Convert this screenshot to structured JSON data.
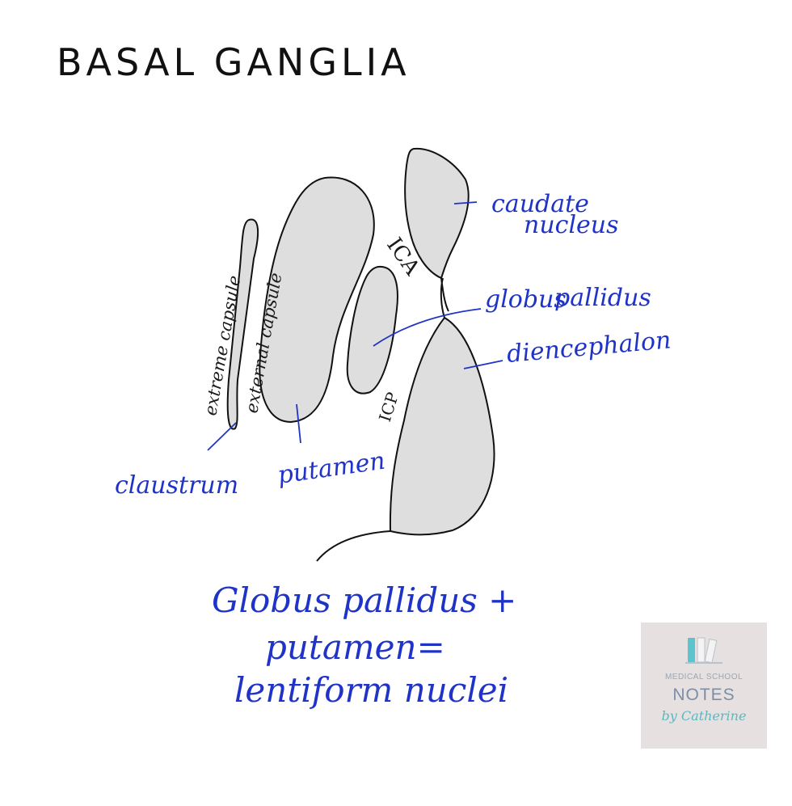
{
  "title": "BASAL GANGLIA",
  "labels": {
    "extreme_capsule": "extreme capsule",
    "external_capsule": "external capsule",
    "ica": "ICA",
    "icp": "ICP",
    "caudate_line1": "caudate",
    "caudate_line2": "nucleus",
    "globus_line1": "globus",
    "globus_line2": "pallidus",
    "diencephalon": "diencephalon",
    "claustrum": "claustrum",
    "putamen": "putamen"
  },
  "note": {
    "line1": "Globus pallidus +",
    "line2": "putamen=",
    "line3": "lentiform nuclei"
  },
  "logo": {
    "line1": "MEDICAL SCHOOL",
    "line2": "NOTES",
    "line3": "by Catherine"
  },
  "colors": {
    "ink_blue": "#1f33c8",
    "structure_fill": "#dedede",
    "logo_bg": "#e6e0e0",
    "logo_teal": "#5cb7bf"
  }
}
